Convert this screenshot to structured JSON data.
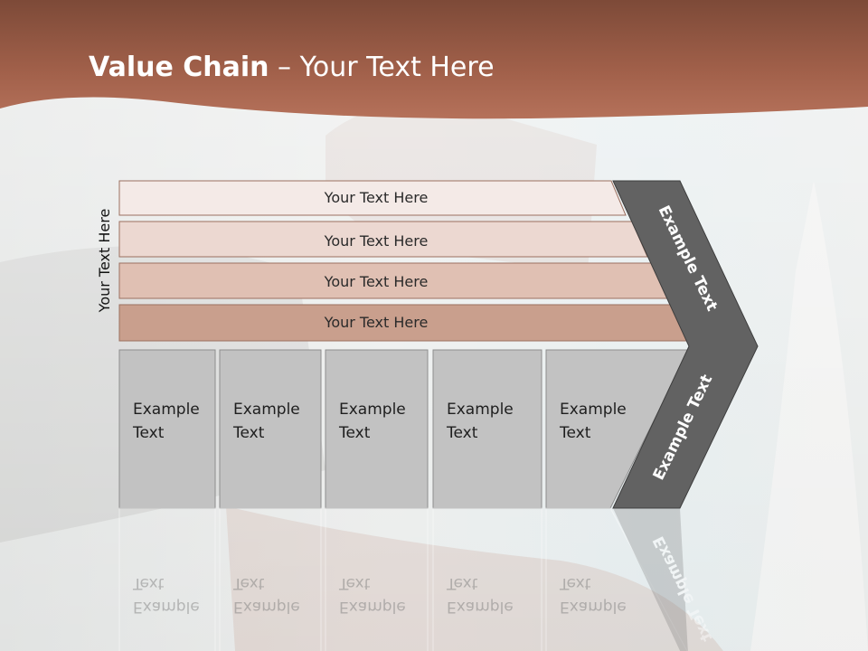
{
  "slide": {
    "title_bold": "Value Chain",
    "title_rest": " – Your Text Here",
    "vertical_label": "Your Text Here",
    "bands": [
      "Your Text Here",
      "Your Text Here",
      "Your Text Here",
      "Your Text Here"
    ],
    "columns": [
      {
        "line1": "Example",
        "line2": "Text"
      },
      {
        "line1": "Example",
        "line2": "Text"
      },
      {
        "line1": "Example",
        "line2": "Text"
      },
      {
        "line1": "Example",
        "line2": "Text"
      },
      {
        "line1": "Example",
        "line2": "Text"
      }
    ],
    "arrow_labels": [
      "Example Text",
      "Example Text"
    ]
  },
  "colors": {
    "header": "#a4604a",
    "band_colors": [
      "#f4eae7",
      "#ecd8d1",
      "#e0c0b3",
      "#c99f8d"
    ],
    "column_fill": "#c2c2c2",
    "arrow_fill": "#626262"
  }
}
